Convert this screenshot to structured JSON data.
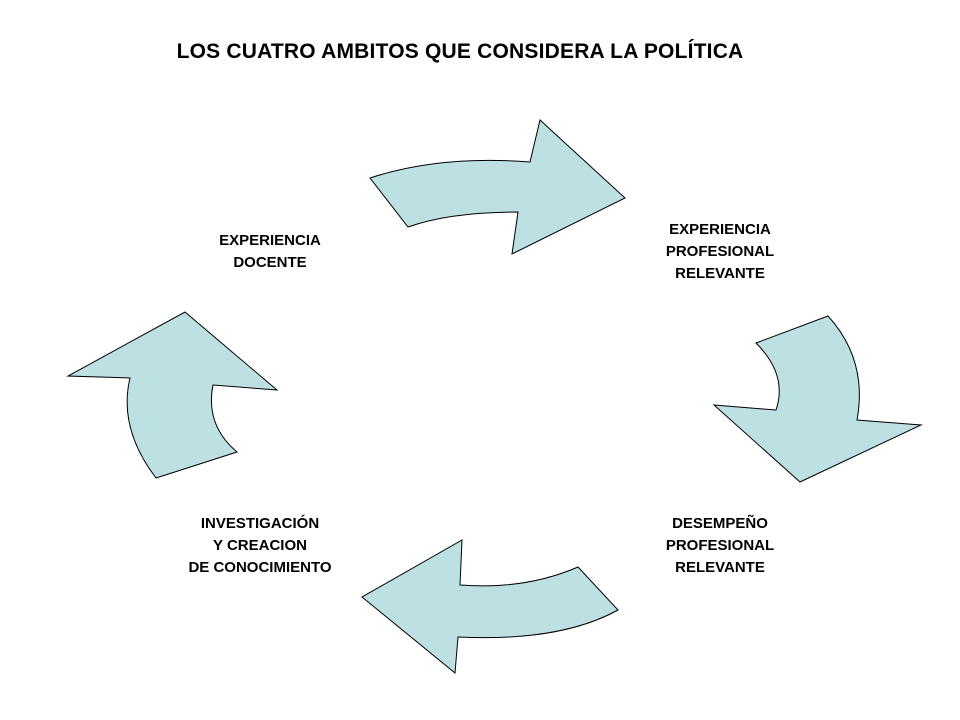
{
  "title": "LOS CUATRO AMBITOS QUE CONSIDERA LA POLÍTICA",
  "colors": {
    "arrow_fill": "#bde0e3",
    "arrow_stroke": "#000000",
    "text": "#000000"
  },
  "nodes": {
    "docente": [
      "EXPERIENCIA",
      "DOCENTE"
    ],
    "experiencia_profesional": [
      "EXPERIENCIA",
      "PROFESIONAL",
      "RELEVANTE"
    ],
    "desempeno_profesional": [
      "DESEMPEÑO",
      "PROFESIONAL",
      "RELEVANTE"
    ],
    "investigacion": [
      "INVESTIGACIÓN",
      "Y CREACION",
      "DE CONOCIMIENTO"
    ]
  },
  "flow": [
    {
      "from": "docente",
      "to": "experiencia_profesional",
      "direction": "clockwise"
    },
    {
      "from": "experiencia_profesional",
      "to": "desempeno_profesional",
      "direction": "clockwise"
    },
    {
      "from": "desempeno_profesional",
      "to": "investigacion",
      "direction": "clockwise"
    },
    {
      "from": "investigacion",
      "to": "docente",
      "direction": "clockwise"
    }
  ]
}
